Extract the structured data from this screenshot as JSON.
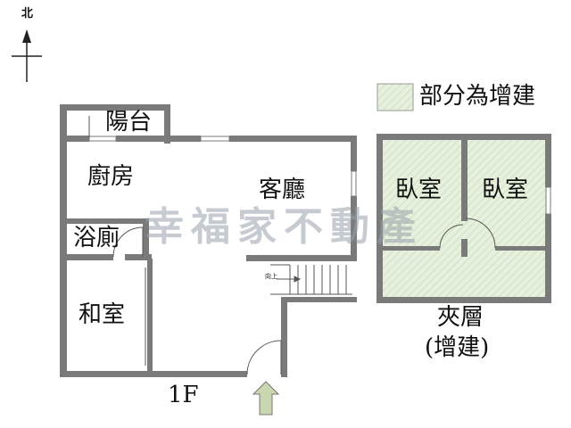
{
  "compass": {
    "label": "北"
  },
  "legend": {
    "label": "部分為增建",
    "swatch_color": "#e6f0dd"
  },
  "floor_1f": {
    "label": "1F",
    "rooms": {
      "balcony": "陽台",
      "kitchen": "廚房",
      "living_room": "客廳",
      "bathroom": "浴廁",
      "japanese_room": "和室"
    },
    "stair_note": "向上"
  },
  "mezzanine": {
    "label": "夾層",
    "sub_label": "(增建)",
    "rooms": {
      "bedroom_left": "臥室",
      "bedroom_right": "臥室"
    }
  },
  "watermark": "幸福家不動產",
  "colors": {
    "wall": "#7a7a7a",
    "addition_fill": "#e6f0dd",
    "entrance_arrow": "#c9d7b0"
  }
}
